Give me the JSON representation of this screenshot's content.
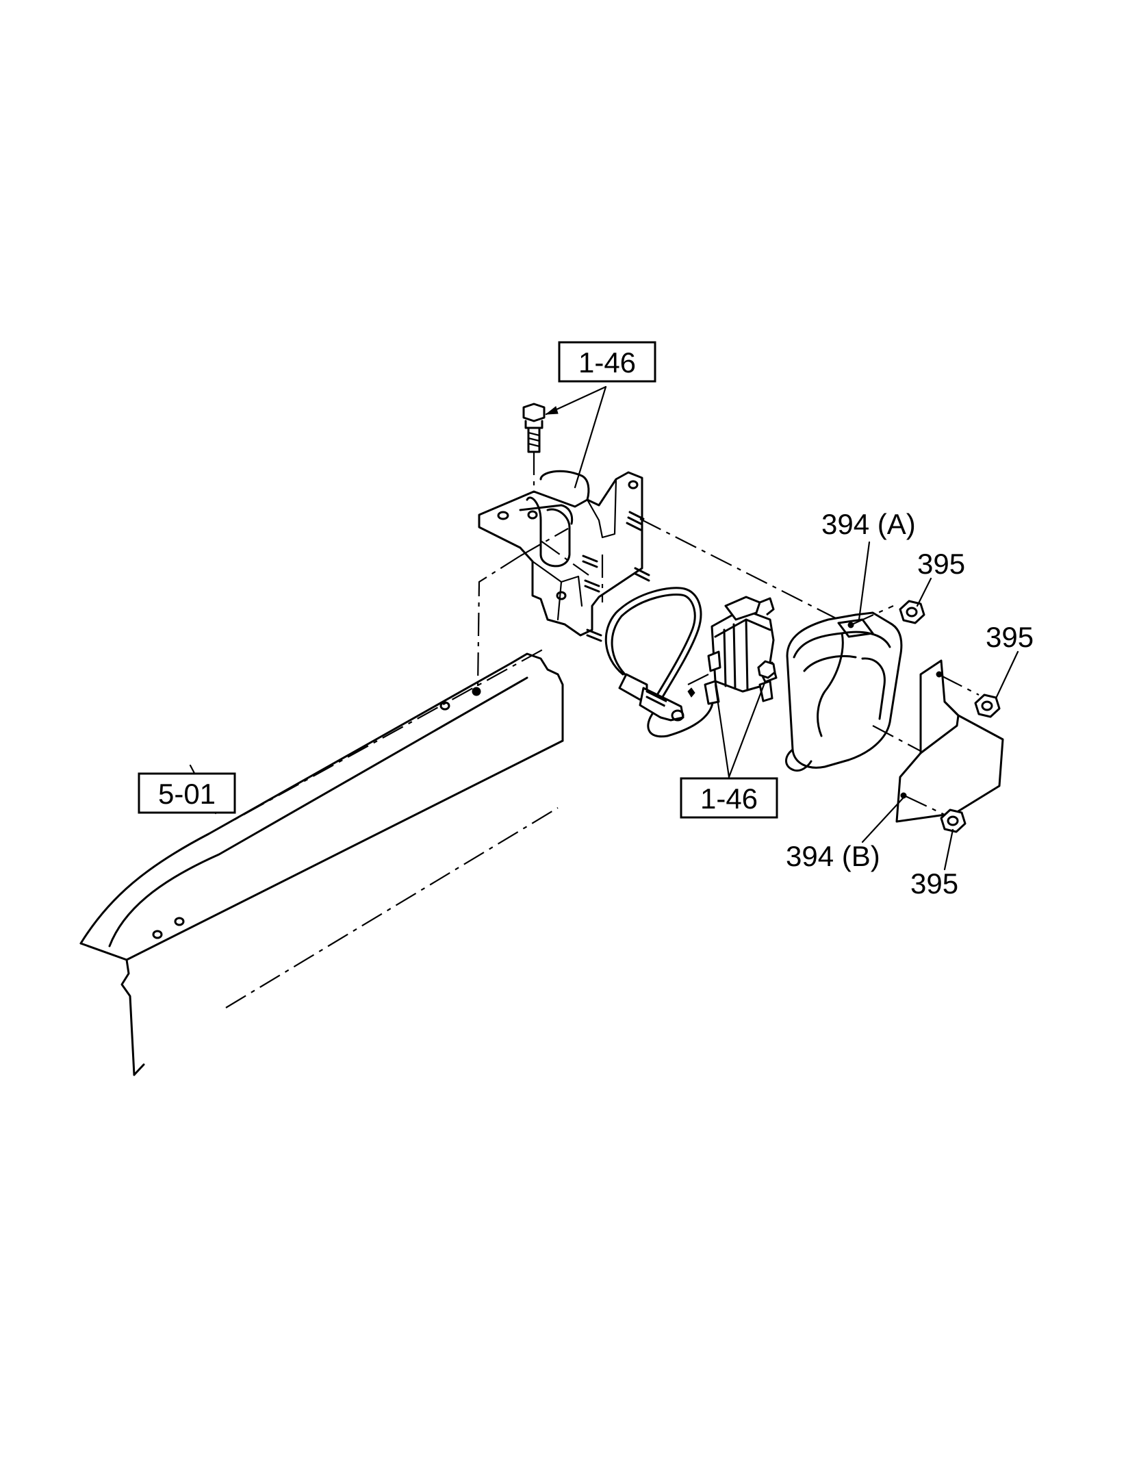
{
  "labels": {
    "ref_top": "1-46",
    "ref_mid": "1-46",
    "ref_frame": "5-01",
    "part_394a": "394 (A)",
    "part_394b": "394 (B)",
    "part_395_1": "395",
    "part_395_2": "395",
    "part_395_3": "395"
  }
}
